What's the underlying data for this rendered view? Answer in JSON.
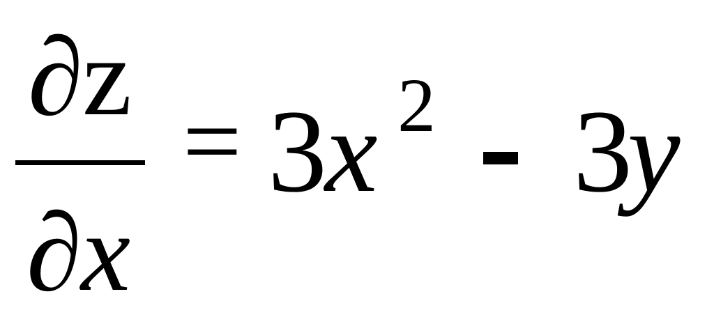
{
  "equation": {
    "numerator": {
      "operator": "∂",
      "variable": "z"
    },
    "denominator": {
      "operator": "∂",
      "variable": "x"
    },
    "equals": "=",
    "term1": {
      "coefficient": "3",
      "variable": "x",
      "exponent": "2"
    },
    "minus": "-",
    "term2": {
      "coefficient": "3",
      "variable": "y"
    }
  }
}
